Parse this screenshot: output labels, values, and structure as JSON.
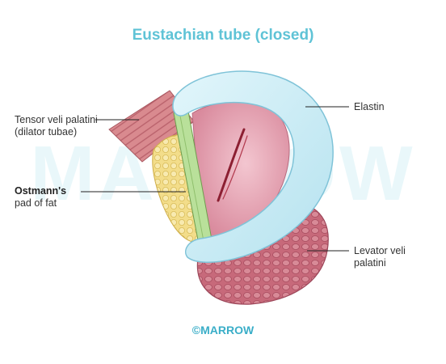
{
  "title": "Eustachian tube (closed)",
  "watermark": "MARROW",
  "footer": "©MARROW",
  "labels": {
    "tensor": {
      "line1": "Tensor veli palatini",
      "line2": "(dilator tubae)"
    },
    "ostmann": {
      "line1": "Ostmann's",
      "line2": "pad of fat"
    },
    "elastin": "Elastin",
    "levator": {
      "line1": "Levator veli",
      "line2": "palatini"
    }
  },
  "colors": {
    "title": "#5fc3d6",
    "elastin": "#cfeef7",
    "mucosa": "#e8a9b6",
    "fat": "#f3dd8a",
    "cartilage": "#b9e09a",
    "muscle": "#c7697a",
    "tensor_muscle": "#d98a8f"
  }
}
